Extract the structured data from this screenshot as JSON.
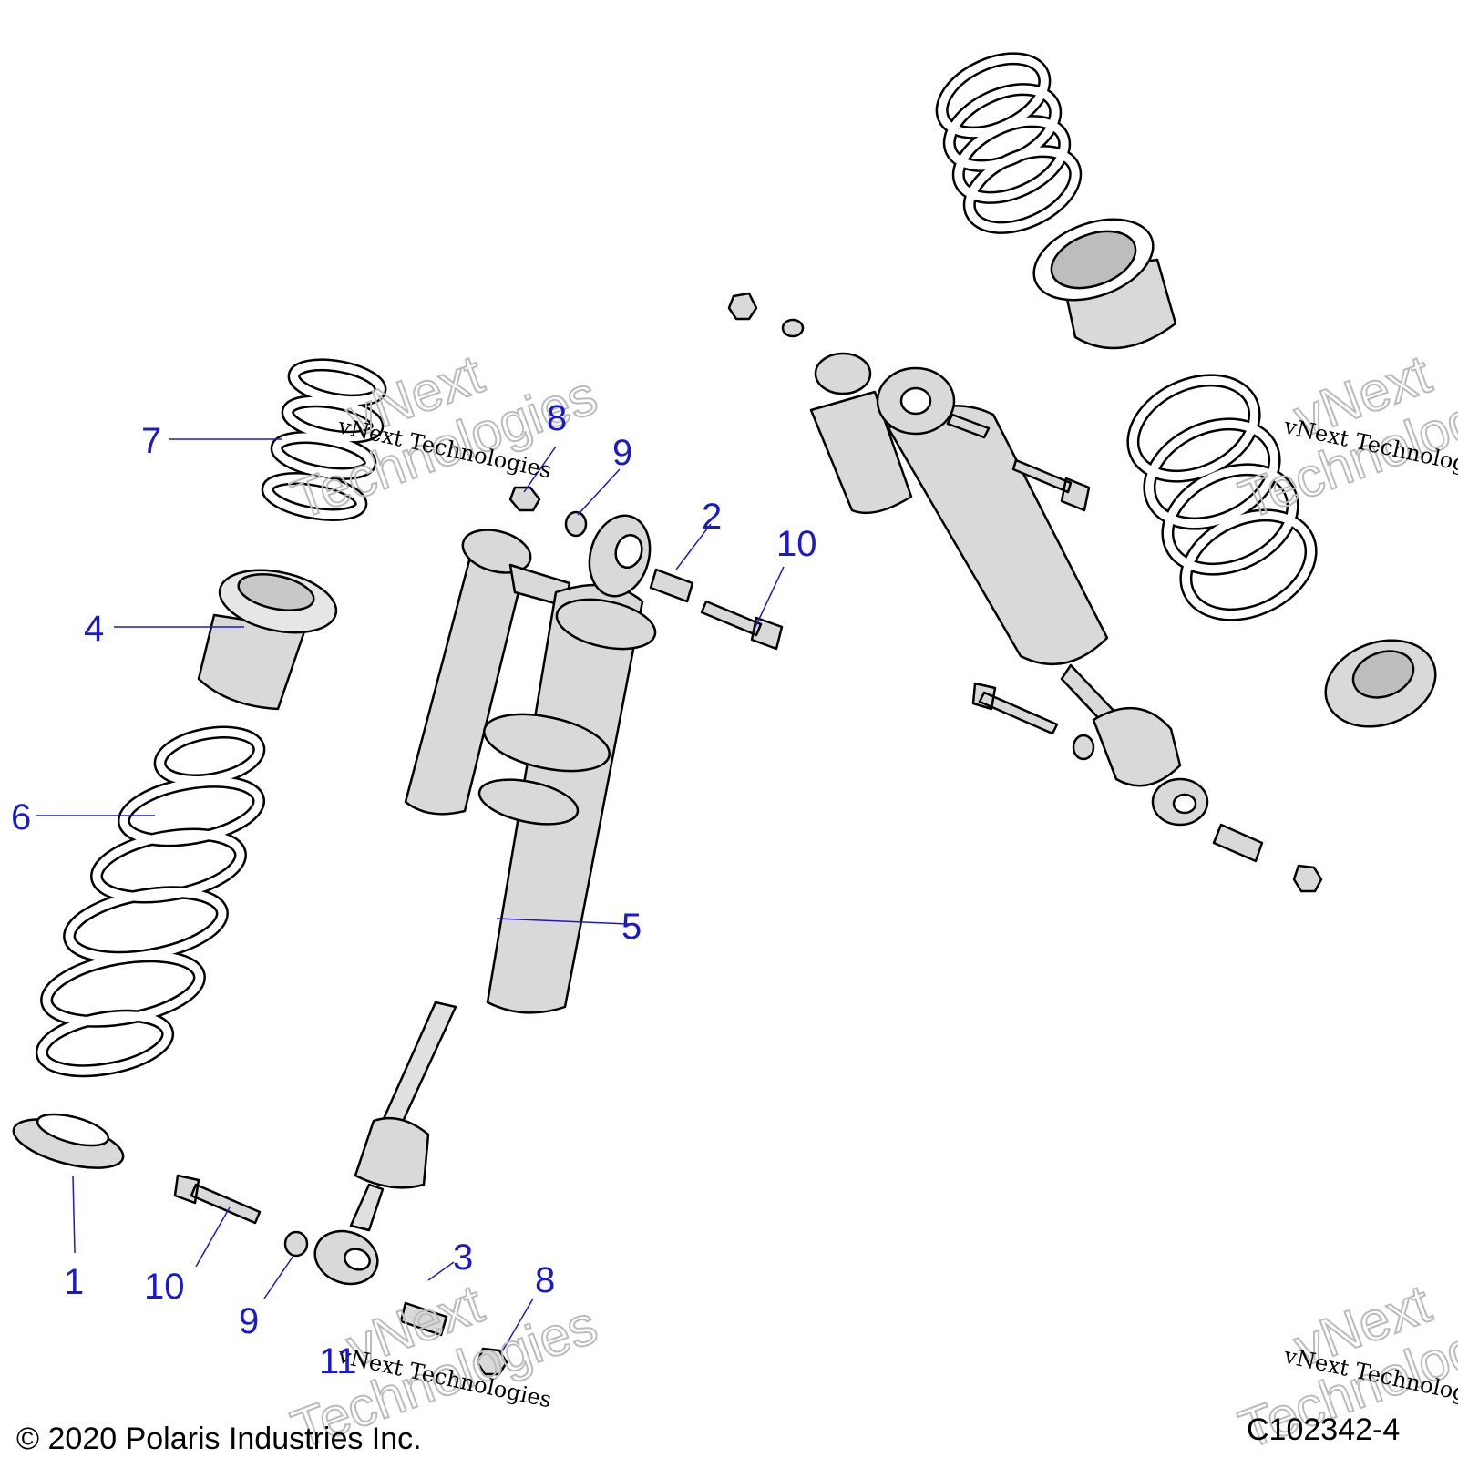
{
  "callouts": [
    {
      "id": "1",
      "text": "1"
    },
    {
      "id": "2",
      "text": "2"
    },
    {
      "id": "3",
      "text": "3"
    },
    {
      "id": "4",
      "text": "4"
    },
    {
      "id": "5",
      "text": "5"
    },
    {
      "id": "6",
      "text": "6"
    },
    {
      "id": "7",
      "text": "7"
    },
    {
      "id": "8a",
      "text": "8"
    },
    {
      "id": "8b",
      "text": "8"
    },
    {
      "id": "9a",
      "text": "9"
    },
    {
      "id": "9b",
      "text": "9"
    },
    {
      "id": "10a",
      "text": "10"
    },
    {
      "id": "10b",
      "text": "10"
    },
    {
      "id": "11",
      "text": "11"
    }
  ],
  "watermark": {
    "small": "vNext Technologies",
    "big_line1": "vNext",
    "big_line2": "Technologies"
  },
  "footer": {
    "copyright": "© 2020 Polaris Industries Inc.",
    "drawing_number": "C102342-4"
  },
  "colors": {
    "callout": "#1a1acc",
    "part_fill": "#d9d9d9",
    "part_shade": "#c4c4c4",
    "line": "#000000"
  }
}
